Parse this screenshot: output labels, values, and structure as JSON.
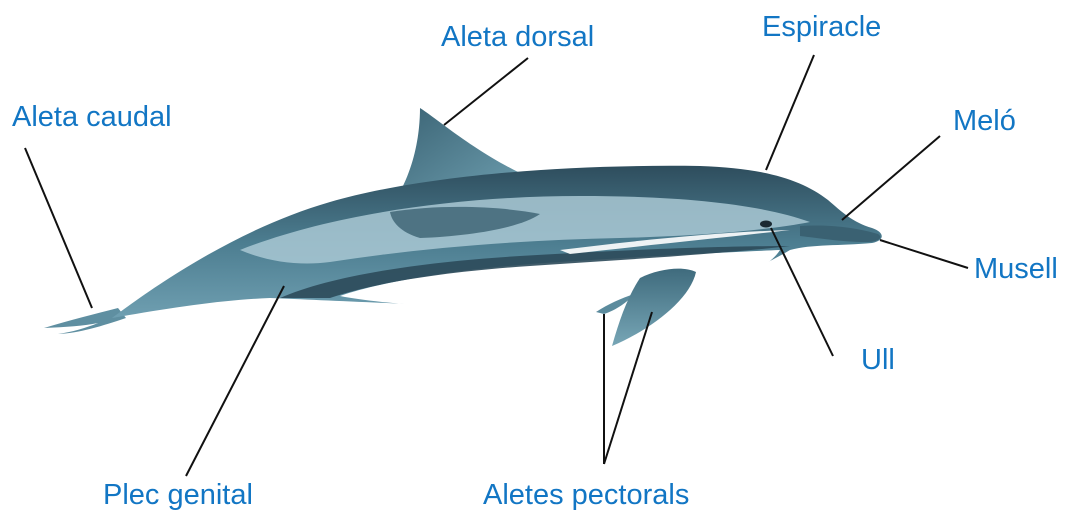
{
  "colors": {
    "label_text": "#1276c4",
    "leader_line": "#111111",
    "dolphin_dark": "#2d4d5e",
    "dolphin_mid": "#4f7f91",
    "dolphin_light": "#9fc1cf",
    "dolphin_belly": "#ffffff"
  },
  "labels": {
    "aleta_caudal": "Aleta caudal",
    "aleta_dorsal": "Aleta dorsal",
    "espiracle": "Espiracle",
    "melo": "Meló",
    "musell": "Musell",
    "ull": "Ull",
    "plec_genital": "Plec genital",
    "aletes_pectorals": "Aletes pectorals"
  }
}
